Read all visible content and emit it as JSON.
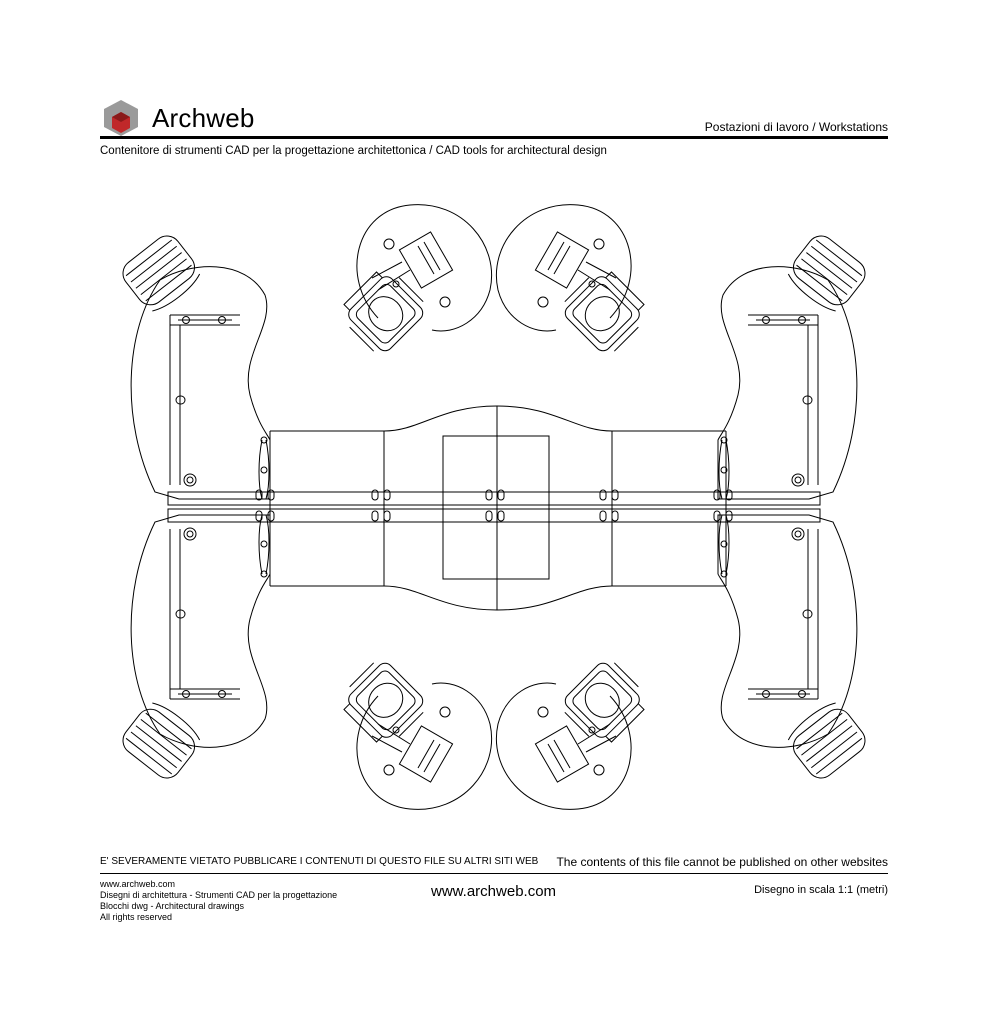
{
  "header": {
    "brand": "Archweb",
    "category": "Postazioni di lavoro / Workstations",
    "subtitle": "Contenitore di strumenti CAD per la progettazione architettonica  /  CAD tools for architectural design"
  },
  "footer": {
    "warning_it": "E' SEVERAMENTE VIETATO PUBBLICARE I CONTENUTI DI QUESTO FILE SU ALTRI SITI WEB",
    "warning_en": "The contents of this file cannot be published on other websites",
    "left_lines": [
      "www.archweb.com",
      "Disegni di architettura - Strumenti CAD  per la progettazione",
      "Blocchi dwg - Architectural drawings",
      "All rights reserved"
    ],
    "center": "www.archweb.com",
    "scale": "Disegno in scala 1:1 (metri)"
  },
  "colors": {
    "line": "#000000",
    "logo_dark": "#8a1a1a",
    "logo_red": "#c0282a",
    "logo_grey": "#9a9a9a"
  }
}
